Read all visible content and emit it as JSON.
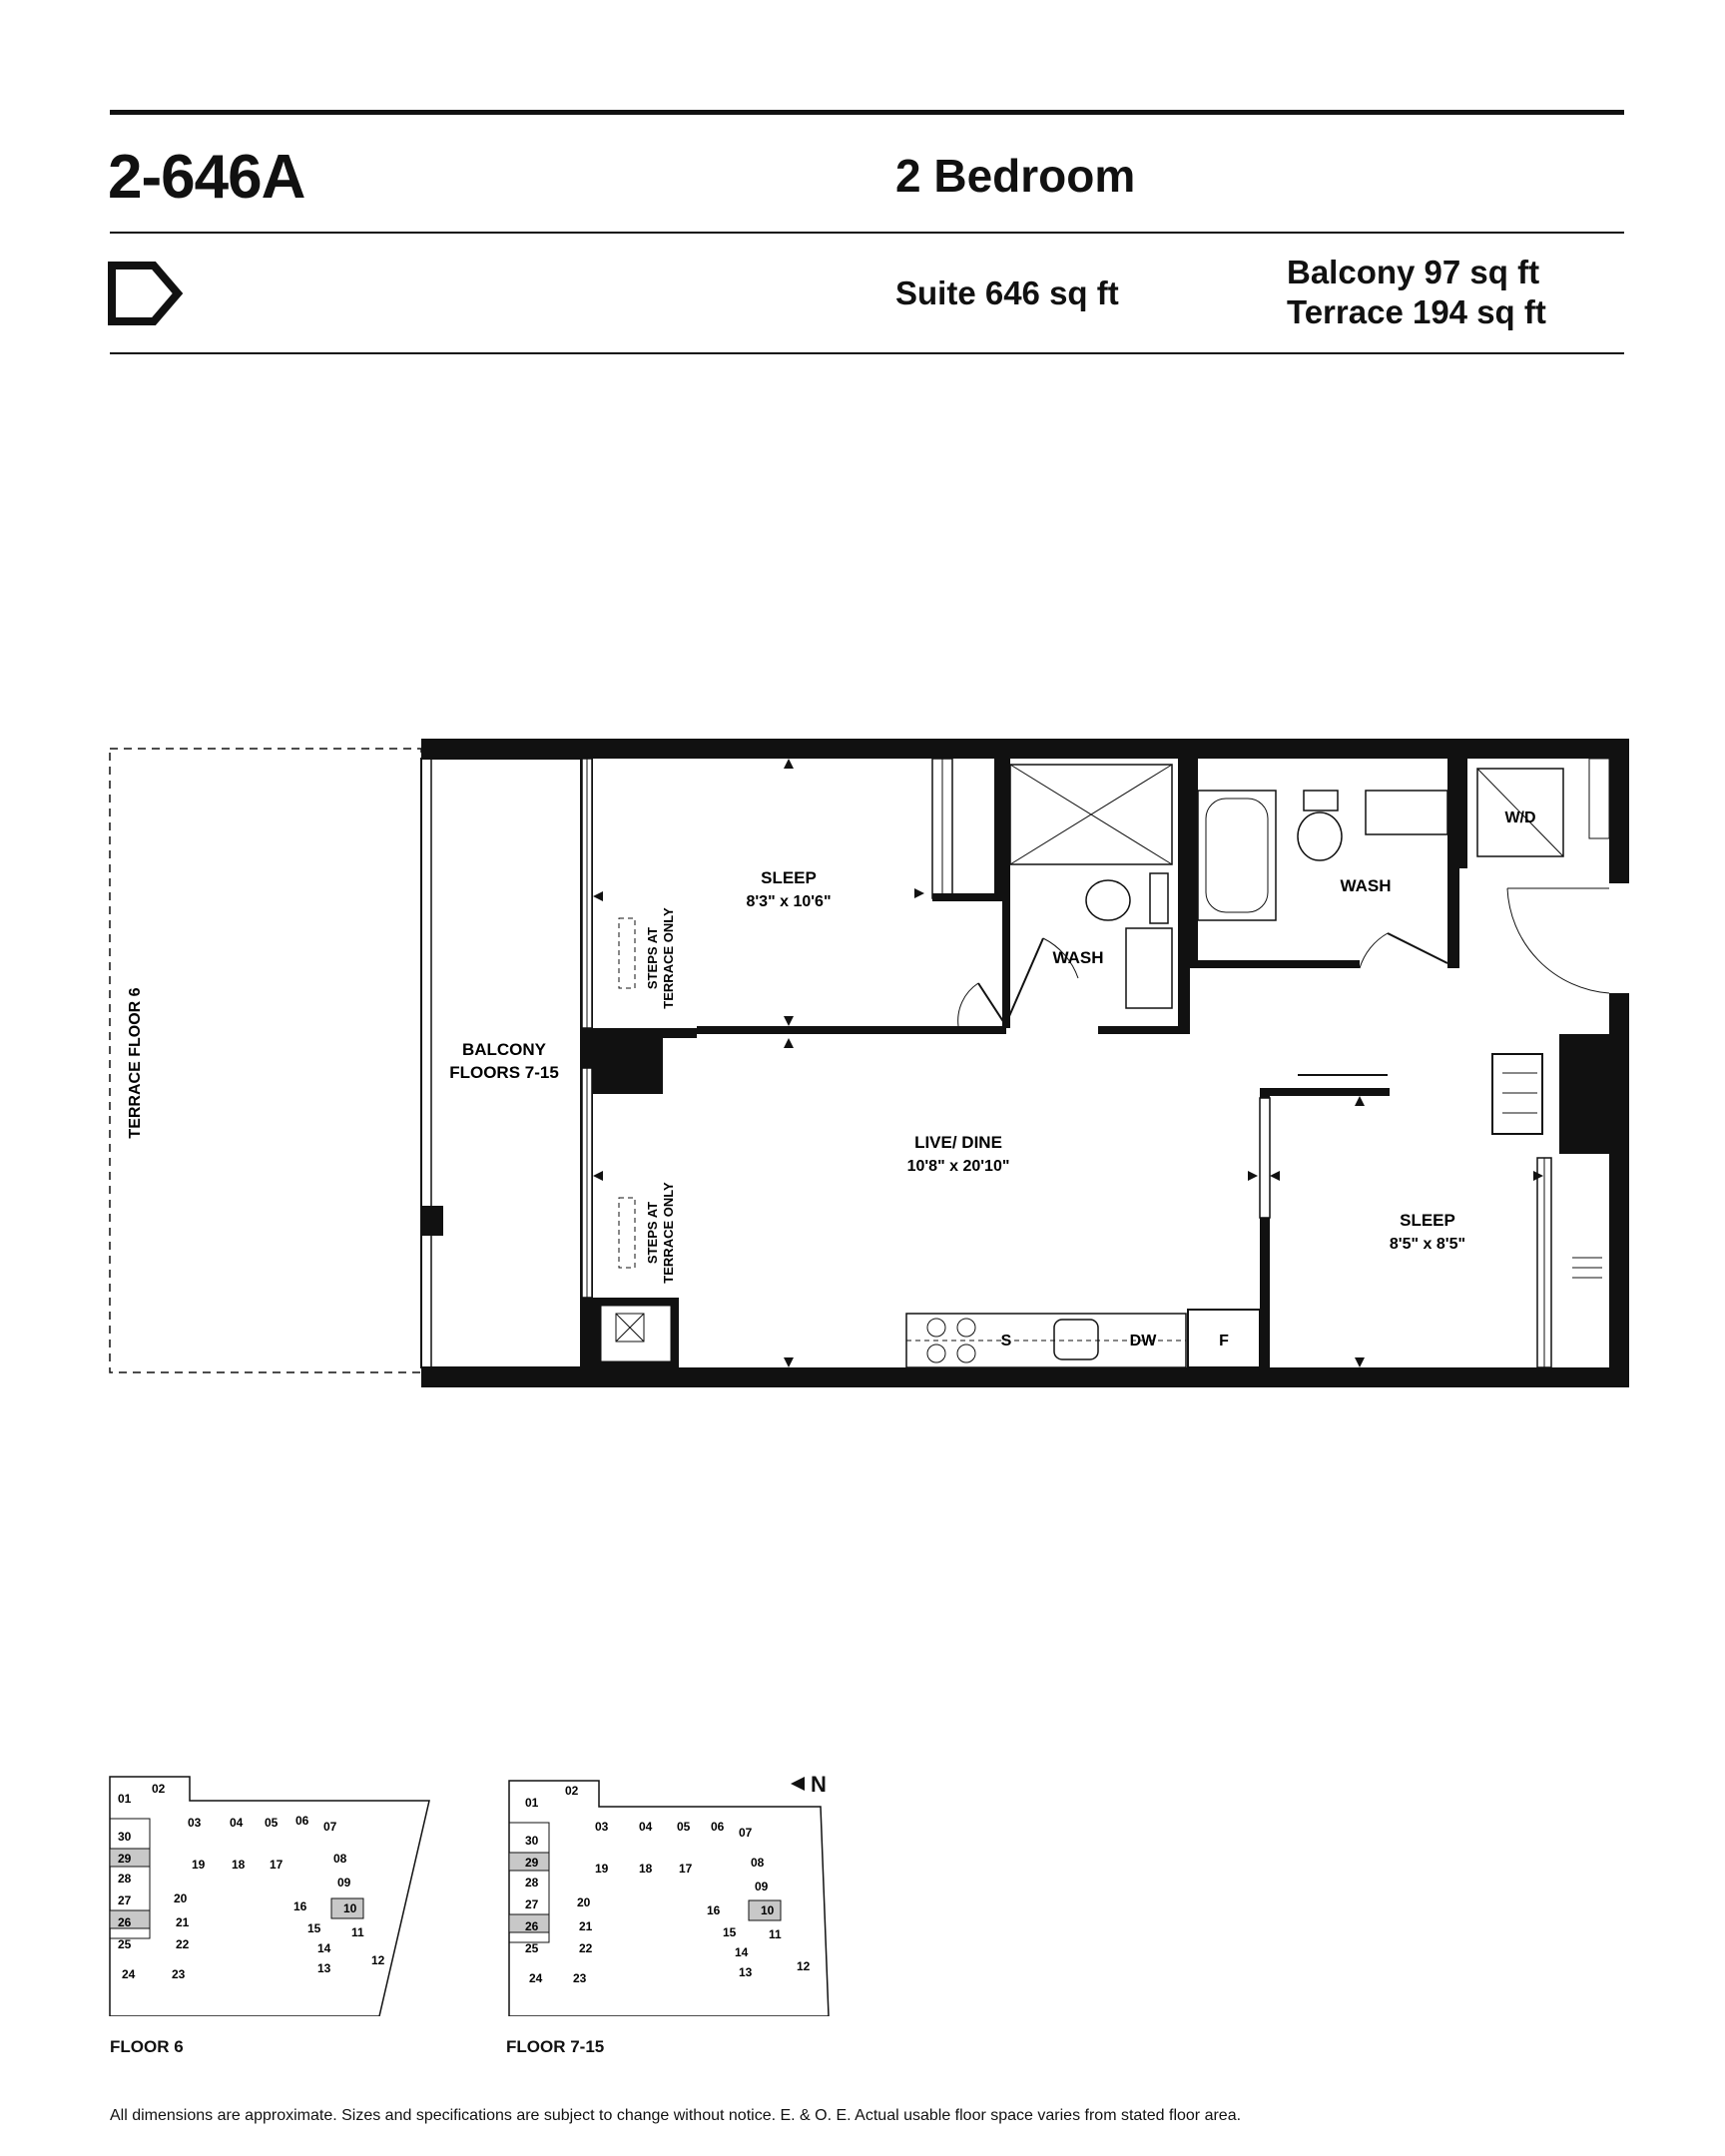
{
  "header": {
    "suite_code": "2-646A",
    "unit_type": "2 Bedroom",
    "suite_area": "Suite 646 sq ft",
    "balcony_area": "Balcony 97 sq ft",
    "terrace_area": "Terrace 194 sq ft"
  },
  "plan": {
    "terrace_label": "TERRACE FLOOR 6",
    "balcony_label_1": "BALCONY",
    "balcony_label_2": "FLOORS 7-15",
    "steps_1": "STEPS AT",
    "steps_2": "TERRACE ONLY",
    "sleep1_name": "SLEEP",
    "sleep1_dims": "8'3\" x 10'6\"",
    "wash1": "WASH",
    "wash2": "WASH",
    "wd": "W/D",
    "live_name": "LIVE/ DINE",
    "live_dims": "10'8\" x 20'10\"",
    "sleep2_name": "SLEEP",
    "sleep2_dims": "8'5\" x 8'5\"",
    "stove": "S",
    "dishwasher": "DW",
    "fridge": "F"
  },
  "keyplans": {
    "floor6_label": "FLOOR 6",
    "floor715_label": "FLOOR 7-15",
    "north": "N",
    "units": {
      "u01": "01",
      "u02": "02",
      "u03": "03",
      "u04": "04",
      "u05": "05",
      "u06": "06",
      "u07": "07",
      "u08": "08",
      "u09": "09",
      "u10": "10",
      "u11": "11",
      "u12": "12",
      "u13": "13",
      "u14": "14",
      "u15": "15",
      "u16": "16",
      "u17": "17",
      "u18": "18",
      "u19": "19",
      "u20": "20",
      "u21": "21",
      "u22": "22",
      "u23": "23",
      "u24": "24",
      "u25": "25",
      "u26": "26",
      "u27": "27",
      "u28": "28",
      "u29": "29",
      "u30": "30"
    }
  },
  "footer": {
    "disclaimer": "All dimensions are approximate. Sizes and specifications are subject to change without notice. E. & O. E. Actual usable floor space varies from stated floor area."
  },
  "colors": {
    "ink": "#111111",
    "highlight": "#c8c8c8"
  }
}
